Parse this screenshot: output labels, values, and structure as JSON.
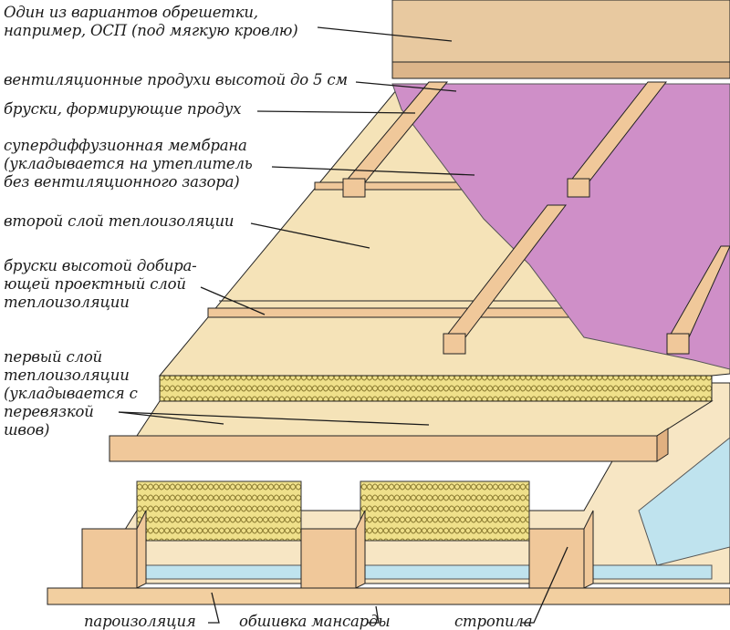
{
  "labels": {
    "osb": [
      "Один из вариантов обрешетки,",
      "например, ОСП (под мягкую кровлю)"
    ],
    "vent_gaps": "вентиляционные продухи высотой до 5 см",
    "battens": "бруски, формирующие продух",
    "membrane": [
      "супердиффузионная мембрана",
      "(укладывается на утеплитель",
      "без вентиляционного зазора)"
    ],
    "second_layer": "второй слой теплоизоляции",
    "extra_battens": [
      "бруски высотой добира-",
      "ющей проектный слой",
      "теплоизоляции"
    ],
    "first_layer": [
      "первый слой",
      "теплоизоляции",
      "(укладывается с",
      "перевязкой",
      "швов)"
    ],
    "vapor_barrier": "пароизоляция",
    "lining": "обшивка мансарды",
    "rafters": "стропила"
  },
  "colors": {
    "osb": "#e8c9a0",
    "insulation": "#f5e3b8",
    "membrane": "#cf8fc8",
    "wood": "#f0c89a",
    "vapor": "#bfe3ee",
    "line": "#1a1a1a"
  }
}
